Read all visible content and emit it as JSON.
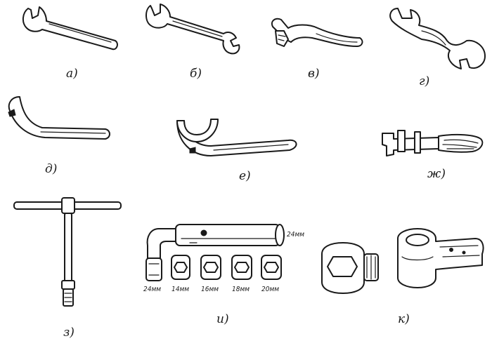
{
  "panels": {
    "a": {
      "label": "а)"
    },
    "b": {
      "label": "б)"
    },
    "v": {
      "label": "в)"
    },
    "g": {
      "label": "г)"
    },
    "d": {
      "label": "д)"
    },
    "e": {
      "label": "е)"
    },
    "zh": {
      "label": "ж)"
    },
    "z": {
      "label": "з)"
    },
    "i": {
      "label": "и)",
      "sizes": [
        "24мм",
        "14мм",
        "16мм",
        "18мм",
        "20мм"
      ],
      "handle_size": "24мм"
    },
    "k": {
      "label": "к)"
    }
  }
}
